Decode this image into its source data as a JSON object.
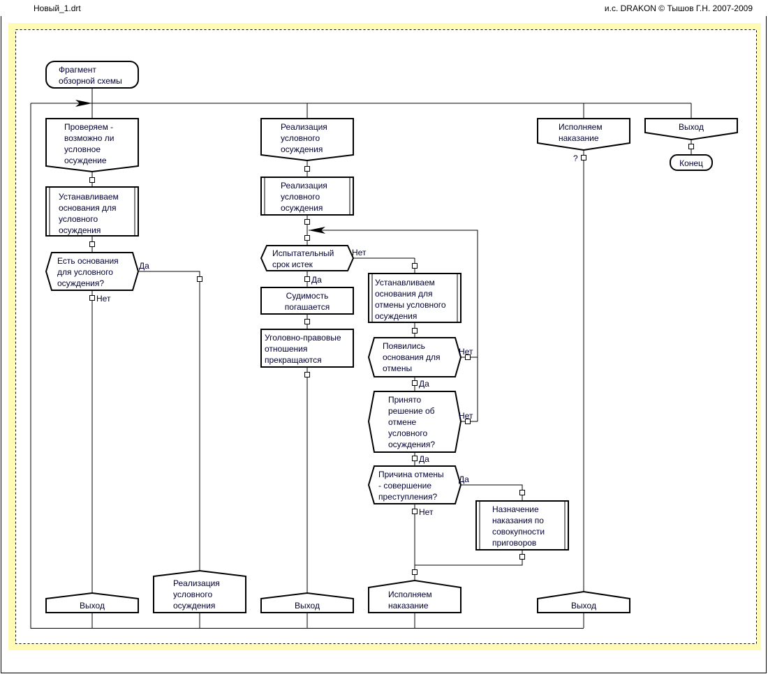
{
  "header": {
    "file": "Новый_1.drt",
    "credit": "и.с. DRAKON © Тышов Г.Н. 2007-2009"
  },
  "labels": {
    "yes": "Да",
    "no": "Нет",
    "question": "?"
  },
  "title": [
    "Фрагмент",
    "обзорной схемы"
  ],
  "branch1": {
    "header": [
      "Проверяем -",
      "возможно ли",
      "условное",
      "осуждение"
    ],
    "action": [
      "Устанавливаем",
      "основания для",
      "условного",
      "осуждения"
    ],
    "question": [
      "Есть основания",
      "для условного",
      "осуждения?"
    ],
    "exit_no": "Выход",
    "exit_yes": [
      "Реализация",
      "условного",
      "осуждения"
    ]
  },
  "branch2": {
    "header": [
      "Реализация",
      "условного",
      "осуждения"
    ],
    "action": [
      "Реализация",
      "условного",
      "осуждения"
    ],
    "q_term": [
      "Испытательный",
      "срок истек"
    ],
    "expunged": [
      "Судимость",
      "погашается"
    ],
    "terminated": [
      "Уголовно-правовые",
      "отношения",
      "прекращаются"
    ],
    "establish": [
      "Устанавливаем",
      "основания для",
      "отмены условного",
      "осуждения"
    ],
    "q_grounds": [
      "Появились",
      "основания для",
      "отмены"
    ],
    "q_decision": [
      "Принято",
      "решение об",
      "отмене",
      "условного",
      "осуждения?"
    ],
    "q_reason": [
      "Причина отмены",
      "- совершение",
      "преступления?"
    ],
    "cumulative": [
      "Назначение",
      "наказания по",
      "совокупности",
      "приговоров"
    ],
    "exit_left": "Выход",
    "exit_right": [
      "Исполняем",
      "наказание"
    ]
  },
  "branch3": {
    "header": [
      "Исполняем",
      "наказание"
    ],
    "exit": "Выход"
  },
  "branch4": {
    "header": "Выход",
    "end": "Конец"
  },
  "colors": {
    "band": "#fffbb4",
    "text": "#000033"
  }
}
